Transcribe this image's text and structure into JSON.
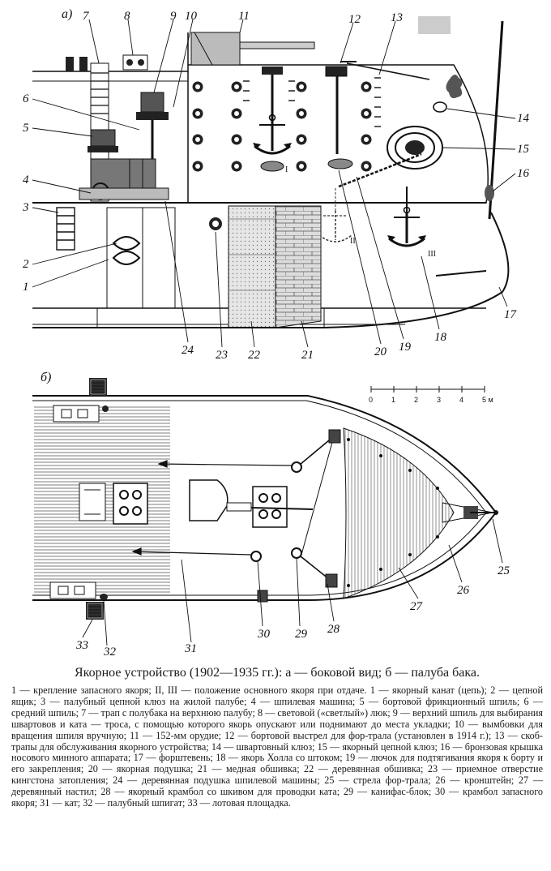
{
  "figure": {
    "part_a_label": "а)",
    "part_b_label": "б)",
    "callouts_a": [
      "7",
      "8",
      "9",
      "10",
      "11",
      "12",
      "13",
      "6",
      "5",
      "4",
      "3",
      "2",
      "1",
      "14",
      "15",
      "16",
      "17",
      "18",
      "19",
      "20",
      "21",
      "22",
      "23",
      "24"
    ],
    "callouts_b": [
      "33",
      "32",
      "31",
      "30",
      "29",
      "28",
      "27",
      "26",
      "25"
    ],
    "anchor_positions": [
      "I",
      "II",
      "III"
    ],
    "scale_ticks": [
      "0",
      "1",
      "2",
      "3",
      "4",
      "5 м"
    ]
  },
  "caption": {
    "title": "Якорное устройство (1902—1935 гг.): а — боковой вид; б — палуба бака.",
    "legend": "1 — крепление запасного якоря; II, III — положение основного якоря при отдаче. 1 — якорный канат (цепь); 2 — цепной ящик; 3 — палубный цепной клюз на жилой палубе; 4 — шпилевая машина; 5 — бортовой фрикционный шпиль; 6 — средний шпиль; 7 — трап с полубака на верхнюю палубу; 8 — световой («светлый») люк; 9 — верхний шпиль для выбирания швартовов и ката — троса, с помощью которого якорь опускают или поднимают до места укладки; 10 — вымбовки для вращения шпиля вручную; 11 — 152-мм орудие; 12 — бортовой выстрел для фор-трала (установлен в 1914 г.); 13 — скоб-трапы для обслуживания якорного устройства; 14 — швартовный клюз; 15 — якорный цепной клюз; 16 — бронзовая крышка носового минного аппарата; 17 — форштевень; 18 — якорь Холла со штоком; 19 — лючок для подтягивания якоря к борту и его закрепления; 20 — якорная подушка; 21 — медная обшивка; 22 — деревянная обшивка; 23 — приемное отверстие кингстона затопления; 24 — деревянная подушка шпилевой машины; 25 — стрела фор-трала; 26 — кронштейн; 27 — деревянный настил; 28 — якорный крамбол со шкивом для проводки ката; 29 — канифас-блок; 30 — крамбол запасного якоря; 31 — кат; 32 — палубный шпигат; 33 — лотовая площадка."
  }
}
